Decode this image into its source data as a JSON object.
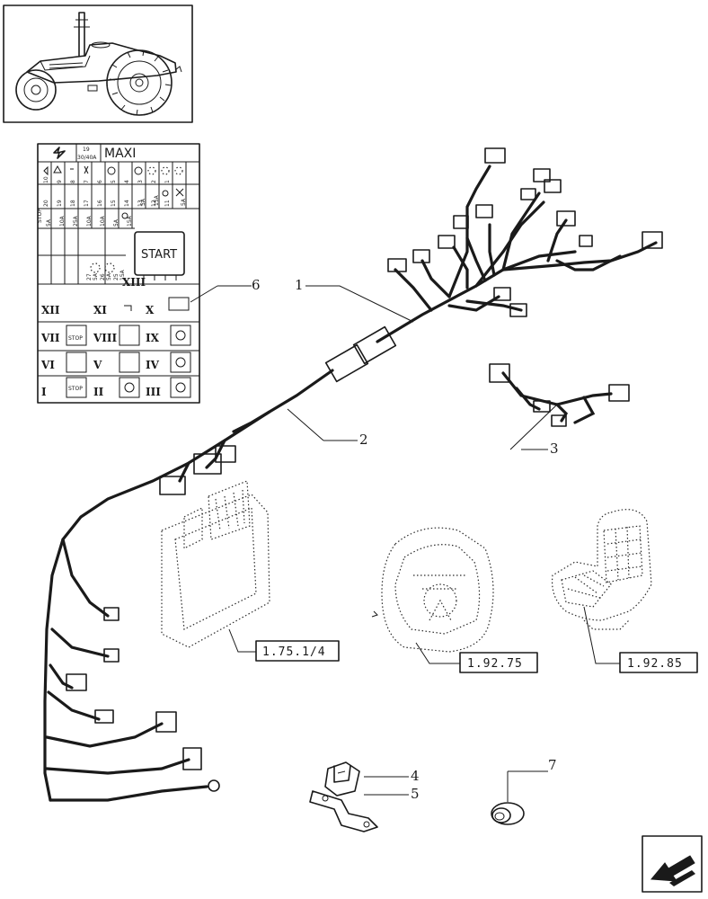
{
  "fuse_box": {
    "maxi_label": "MAXI",
    "maxi_number": "19",
    "maxi_rating": "30/40A",
    "start_label": "START",
    "relay_13": "XIII",
    "relay_rows": [
      {
        "left": "XII",
        "mid": "XI",
        "right": "X"
      },
      {
        "left": "VII",
        "mid": "VIII",
        "right": "IX"
      },
      {
        "left": "VI",
        "mid": "V",
        "right": "IV"
      },
      {
        "left": "I",
        "mid": "II",
        "right": "III"
      }
    ],
    "stop_label": "STOP",
    "fuse_numbers_col1": [
      "20",
      "19",
      "18",
      "17",
      "16",
      "15",
      "14",
      "13",
      "12",
      "11"
    ],
    "fuse_numbers_col2": [
      "10",
      "9",
      "8",
      "7",
      "6",
      "5",
      "4",
      "3",
      "2",
      "1"
    ],
    "fuse_ratings": [
      "5A",
      "10A",
      "25A",
      "10A",
      "10A",
      "5A",
      "15A",
      "5A",
      "15A",
      "5A"
    ],
    "fuse_low": [
      "27",
      "26",
      "25"
    ],
    "fuse_low_ratings": [
      "5A",
      "5A",
      "15A"
    ]
  },
  "callouts": {
    "c1": "1",
    "c2": "2",
    "c3": "3",
    "c4": "4",
    "c5": "5",
    "c6": "6",
    "c7": "7"
  },
  "references": {
    "ref_control_unit": "1.75.1/4",
    "ref_instrument": "1.92.75",
    "ref_seat": "1.92.85"
  },
  "icons": {
    "tractor": "tractor-thumbnail-icon",
    "nav": "previous-page-arrow-icon"
  }
}
